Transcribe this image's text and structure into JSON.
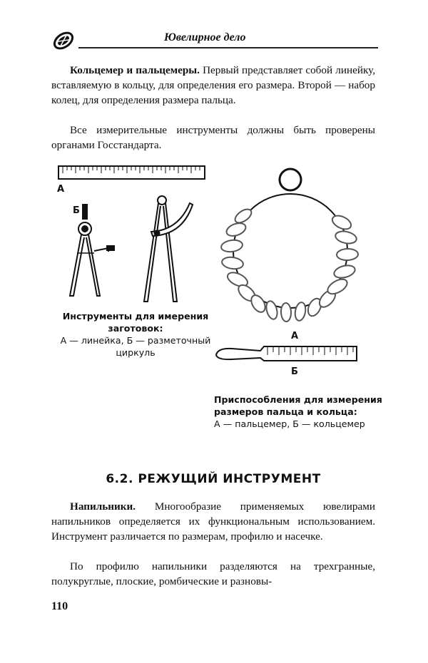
{
  "header": {
    "title": "Ювелирное дело"
  },
  "paragraphs": {
    "p1_lead": "Кольцемер и пальцемеры.",
    "p1_body": " Первый представляет собой линейку, вставляемую в кольцу, для определения его размера. Второй — набор колец, для определения размера пальца.",
    "p2": "Все измерительные инструменты должны быть проверены органами Госстандарта.",
    "p3_lead": "Напильники.",
    "p3_body": " Многообразие применяемых ювелирами напильников определяется их функциональным использованием. Инструмент различается по размерам, профилю и насечке.",
    "p4": "По профилю напильники разделяются на трехгранные, полукруглые, плоские, ромбические и разновы-"
  },
  "figure_left": {
    "label_a": "А",
    "label_b": "Б",
    "caption_title": "Инструменты для имерения заготовок:",
    "caption_body": "А — линейка, Б — разметочный циркуль"
  },
  "figure_right": {
    "label_a": "А",
    "label_b": "Б",
    "caption_title": "Приспособления для измерения размеров пальца и кольца:",
    "caption_body": "А — пальцемер, Б — кольцемер"
  },
  "section": {
    "title": "6.2. РЕЖУЩИЙ ИНСТРУМЕНТ"
  },
  "footer": {
    "page_number": "110"
  }
}
